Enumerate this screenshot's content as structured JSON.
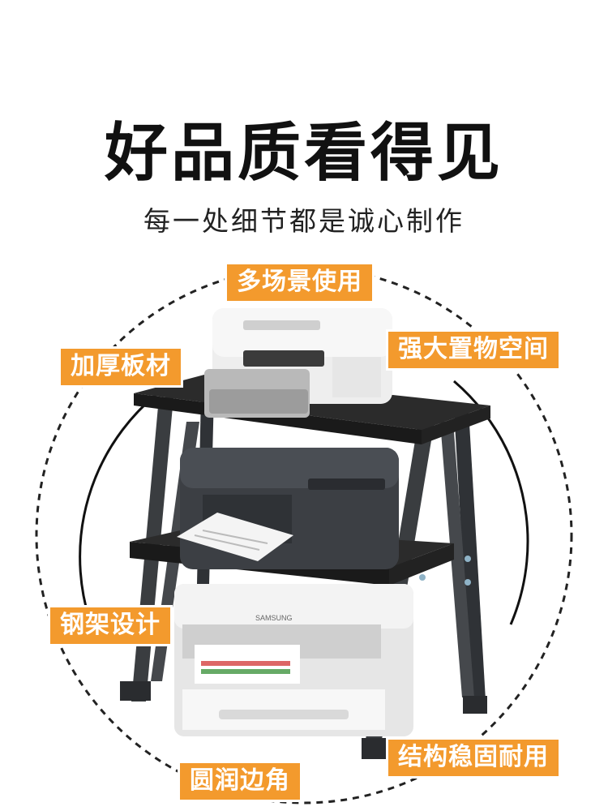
{
  "headline": "好品质看得见",
  "subheadline": "每一处细节都是诚心制作",
  "features": {
    "multi_scene": "多场景使用",
    "storage_space": "强大置物空间",
    "thick_board": "加厚板材",
    "steel_frame": "钢架设计",
    "sturdy": "结构稳固耐用",
    "rounded_corners": "圆润边角"
  },
  "printer_brand": "SAMSUNG",
  "colors": {
    "accent": "#f39a2d",
    "board": "#2b2b2b",
    "frame": "#3a3d40"
  }
}
